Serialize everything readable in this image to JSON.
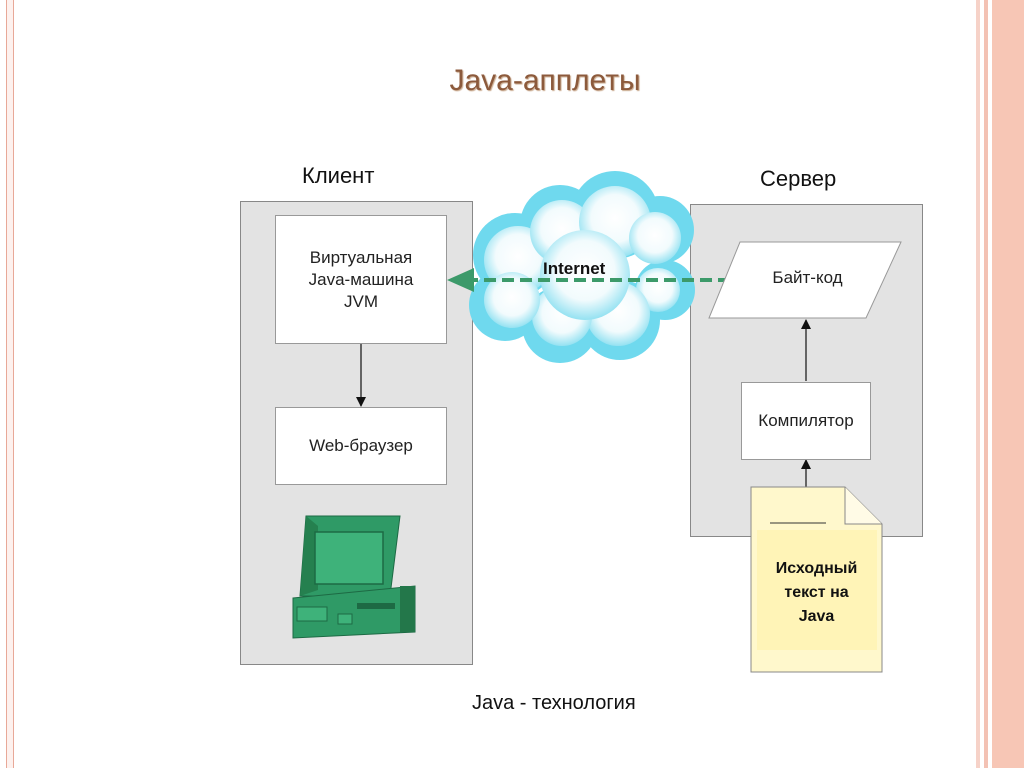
{
  "slide": {
    "title": "Java-апплеты",
    "caption": "Java - технология"
  },
  "client": {
    "heading": "Клиент",
    "jvm_box": [
      "Виртуальная",
      "Java-машина",
      "JVM"
    ],
    "browser_box": "Web-браузер",
    "computer": "computer-icon"
  },
  "server": {
    "heading": "Сервер",
    "bytecode_box": "Байт-код",
    "compiler_box": "Компилятор",
    "source_note": [
      "Исходный",
      "текст на",
      "Java"
    ]
  },
  "network": {
    "label": "Internet"
  },
  "colors": {
    "title": "#8c5a3c",
    "panel": "#e3e3e3",
    "cloud": "#7fe0f0",
    "dashed_arrow": "#3c9a6a",
    "note": "#fff8cc",
    "computer": "#2f9a66",
    "border_accent": "#f0b4a4"
  }
}
